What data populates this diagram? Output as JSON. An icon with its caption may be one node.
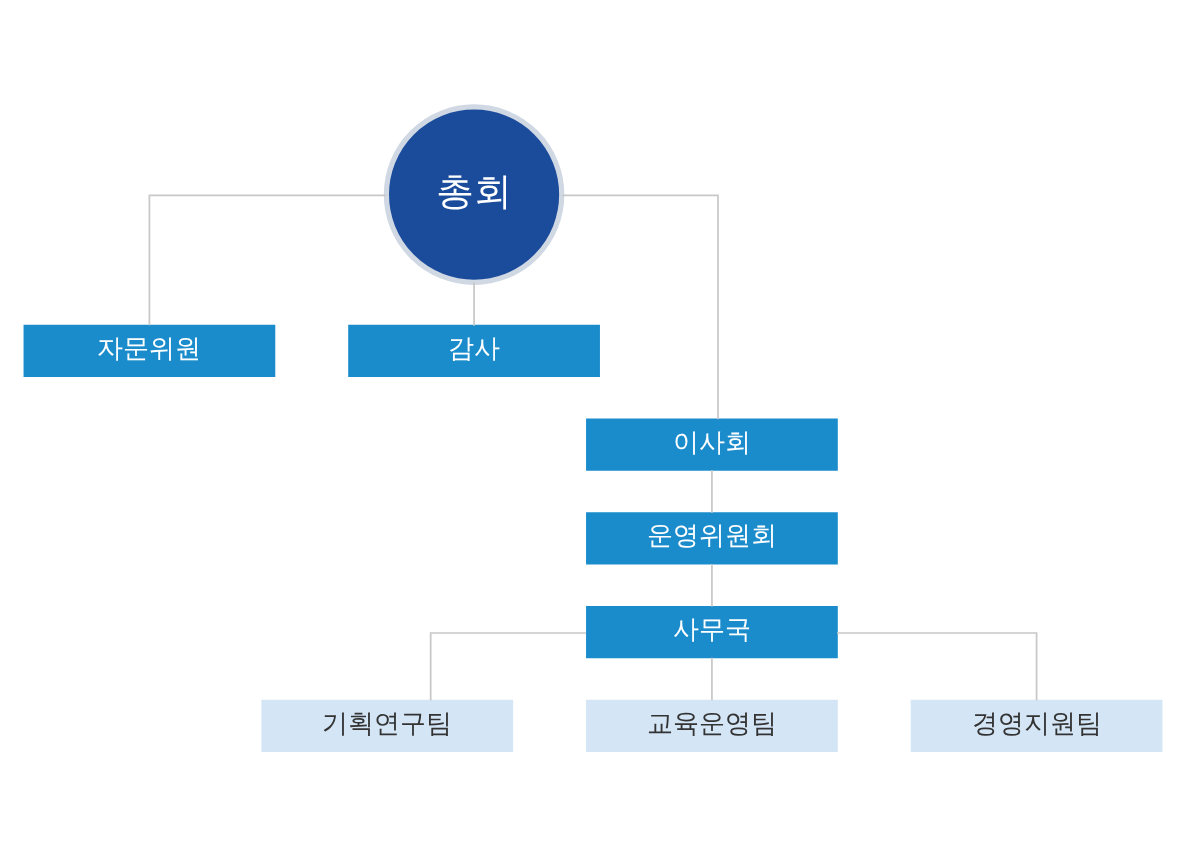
{
  "diagram": {
    "nodes": [
      {
        "text": [
          "총회"
        ]
      },
      {
        "text": [
          "자문위원"
        ]
      },
      {
        "text": [
          "감사"
        ]
      },
      {
        "text": [
          "이사회"
        ]
      },
      {
        "text": [
          "운영위원회"
        ]
      },
      {
        "text": [
          "사무국"
        ]
      },
      {
        "text": [
          "기획연구팀"
        ]
      },
      {
        "text": [
          "교육운영팀"
        ]
      },
      {
        "text": [
          "경영지원팀"
        ]
      }
    ],
    "edges": [
      {
        "from": 0,
        "to": 1,
        "arrow": "none"
      },
      {
        "from": 0,
        "to": 2,
        "arrow": "none"
      },
      {
        "from": 0,
        "to": 3,
        "arrow": "none"
      },
      {
        "from": 3,
        "to": 4,
        "arrow": "none"
      },
      {
        "from": 4,
        "to": 5,
        "arrow": "none"
      },
      {
        "from": 5,
        "to": 6,
        "arrow": "none"
      },
      {
        "from": 5,
        "to": 7,
        "arrow": "none"
      },
      {
        "from": 5,
        "to": 8,
        "arrow": "none"
      }
    ]
  }
}
